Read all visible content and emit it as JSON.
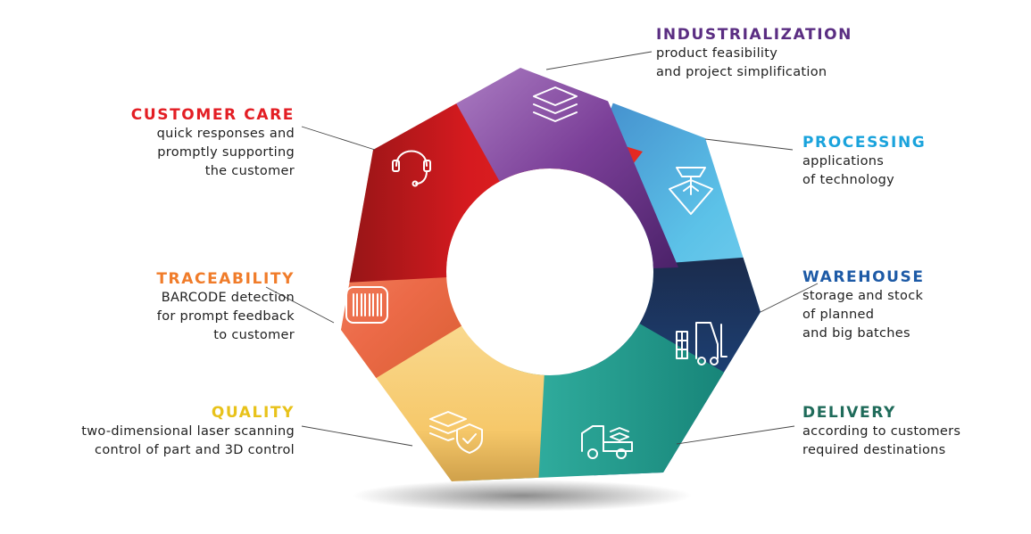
{
  "colors": {
    "industrialization": "#5a2d82",
    "processing": "#1aa3dc",
    "warehouse": "#1d5aa6",
    "delivery": "#1f6b5a",
    "customer_care": "#e31e24",
    "traceability": "#f07c2a",
    "quality": "#e8c21a"
  },
  "segments": {
    "industrialization": {
      "title": "INDUSTRIALIZATION",
      "lines": [
        "product feasibility",
        "and project simplification"
      ],
      "icon": "layers-icon"
    },
    "processing": {
      "title": "PROCESSING",
      "lines": [
        "applications",
        "of technology"
      ],
      "icon": "laser-icon"
    },
    "warehouse": {
      "title": "WAREHOUSE",
      "lines": [
        "storage and stock",
        "of planned",
        "and big batches"
      ],
      "icon": "forklift-icon"
    },
    "delivery": {
      "title": "DELIVERY",
      "lines": [
        "according to customers",
        "required destinations"
      ],
      "icon": "truck-icon"
    },
    "customer_care": {
      "title": "CUSTOMER CARE",
      "lines": [
        "quick responses and",
        "promptly supporting",
        "the customer"
      ],
      "icon": "headset-icon"
    },
    "traceability": {
      "title": "TRACEABILITY",
      "lines": [
        "BARCODE detection",
        "for prompt feedback",
        "to customer"
      ],
      "icon": "barcode-icon"
    },
    "quality": {
      "title": "QUALITY",
      "lines": [
        "two-dimensional laser scanning",
        "control of part and 3D control"
      ],
      "icon": "quality-shield-icon"
    }
  }
}
